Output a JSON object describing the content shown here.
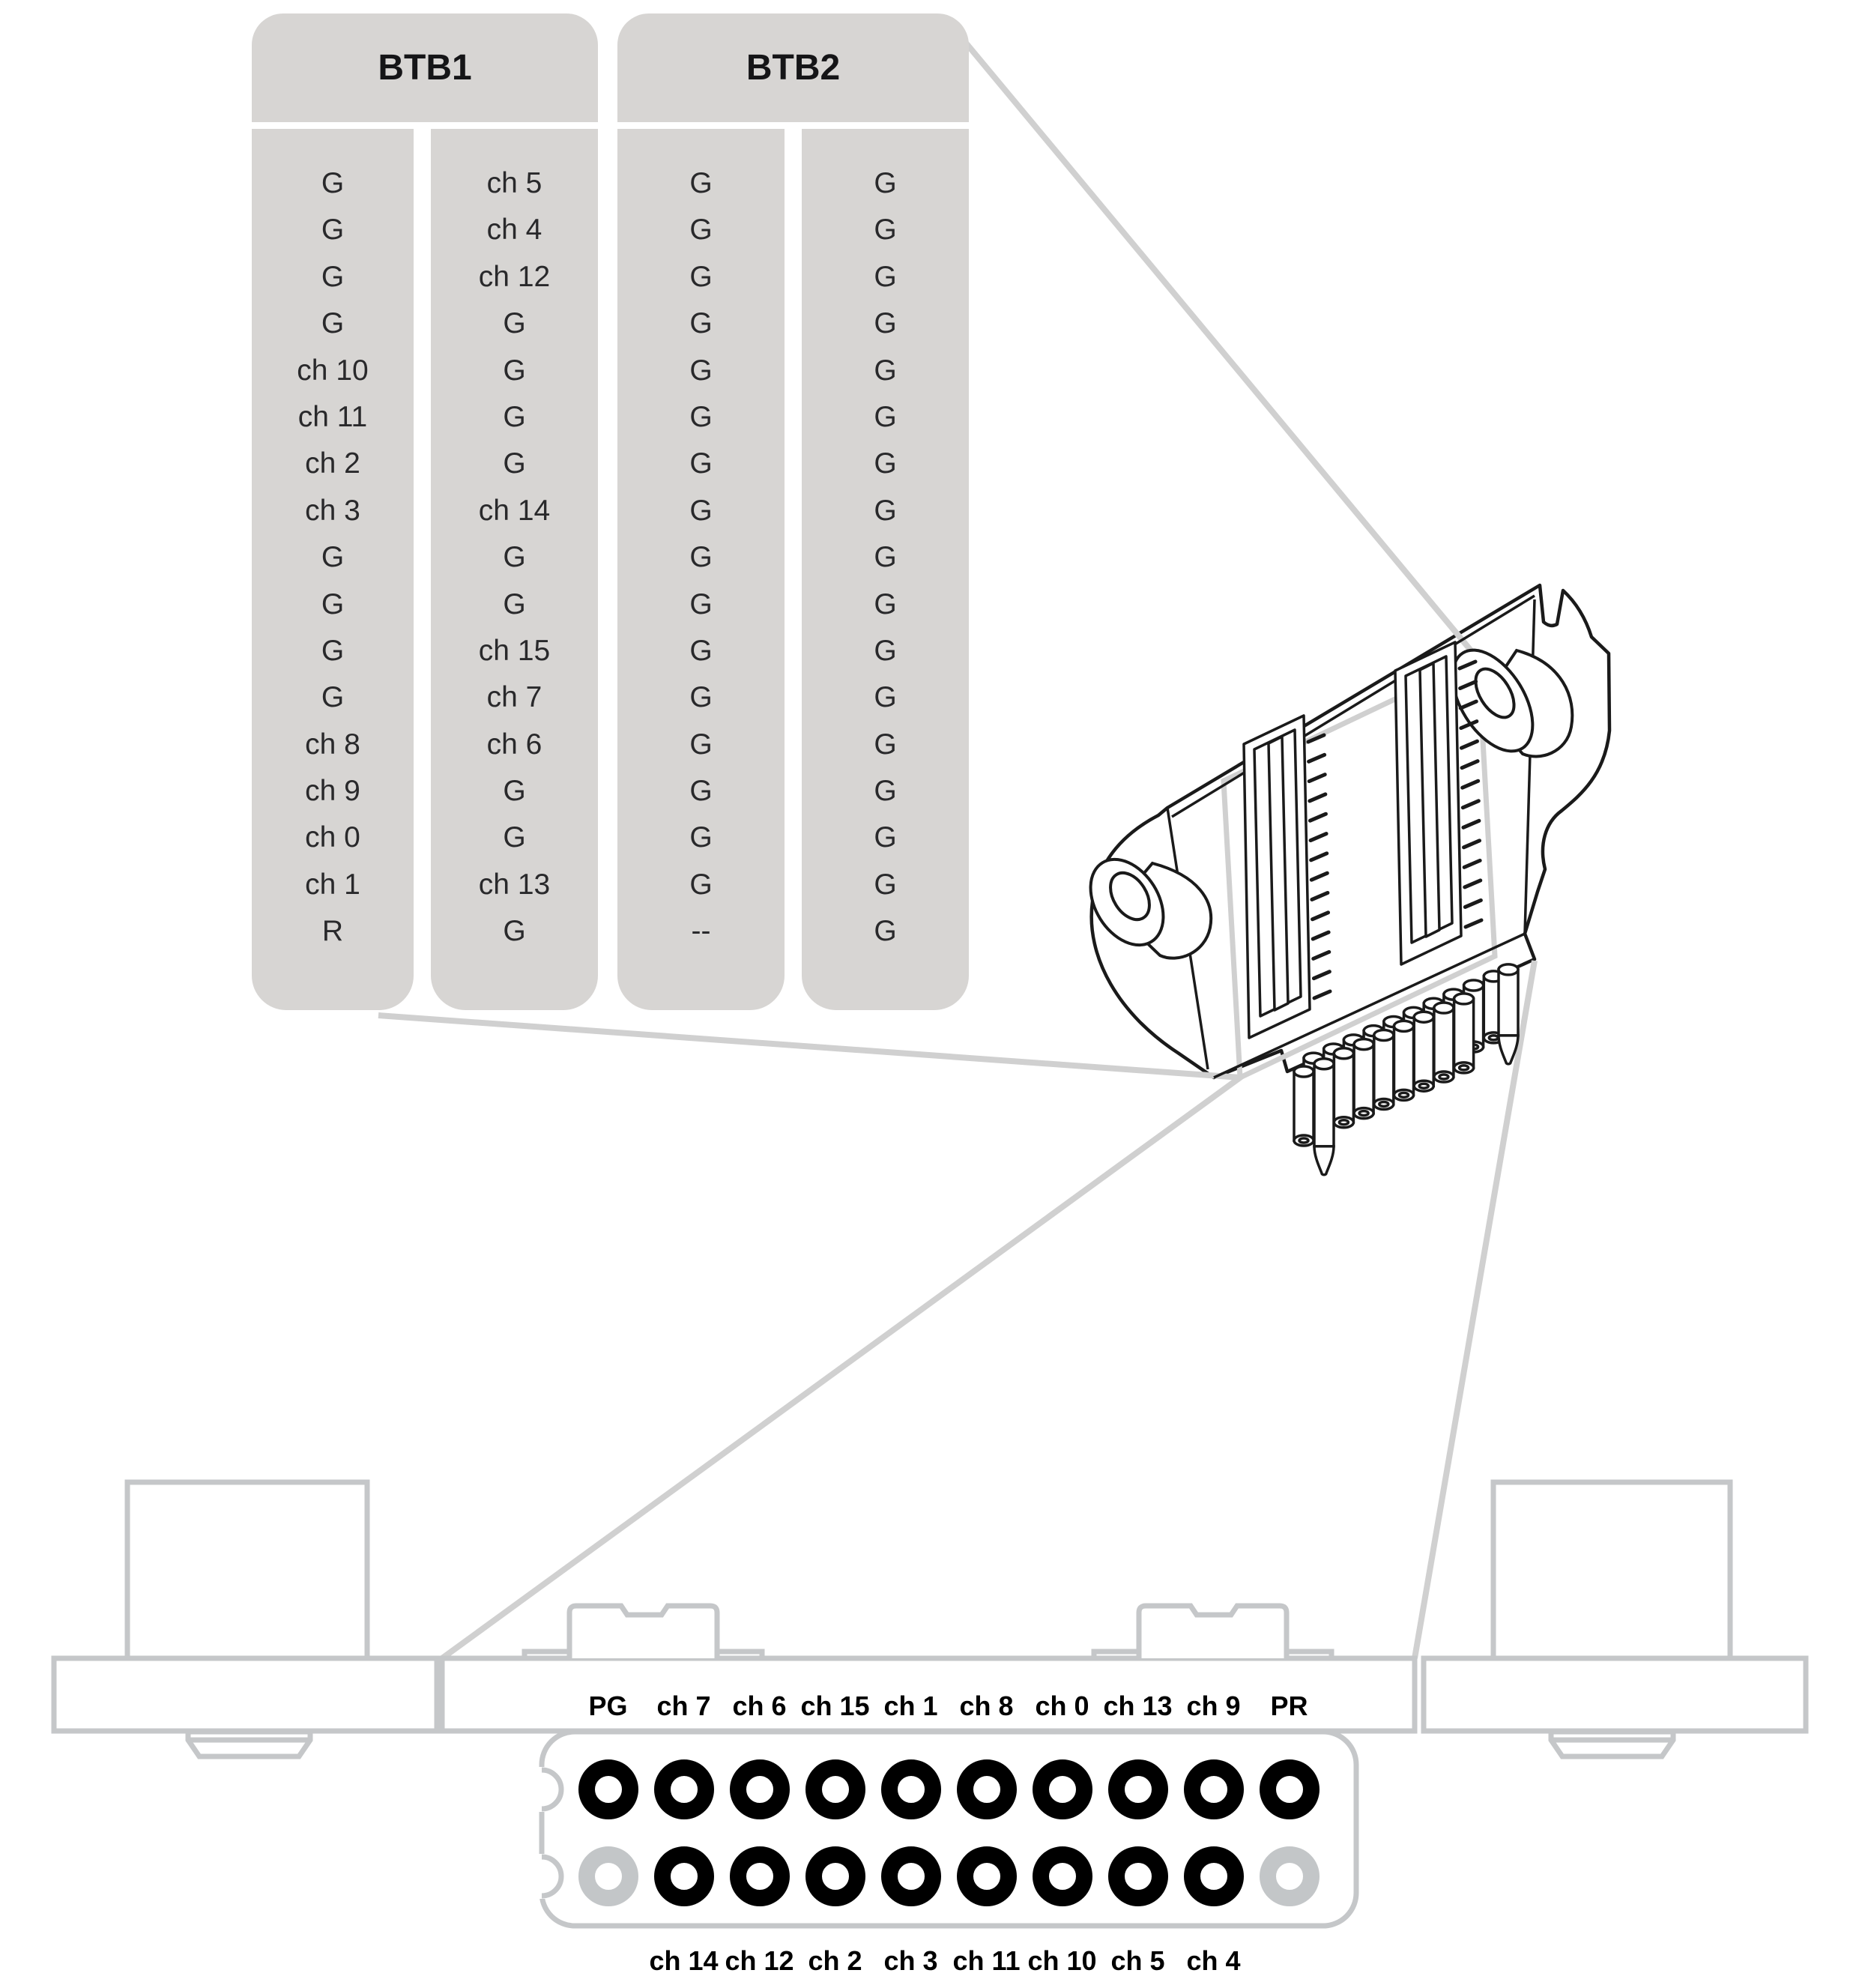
{
  "btb_tables": {
    "btb1": {
      "title": "BTB1",
      "left_column": [
        "G",
        "G",
        "G",
        "G",
        "ch 10",
        "ch 11",
        "ch 2",
        "ch 3",
        "G",
        "G",
        "G",
        "G",
        "ch 8",
        "ch 9",
        "ch 0",
        "ch 1",
        "R"
      ],
      "right_column": [
        "ch 5",
        "ch 4",
        "ch 12",
        "G",
        "G",
        "G",
        "G",
        "ch 14",
        "G",
        "G",
        "ch 15",
        "ch 7",
        "ch 6",
        "G",
        "G",
        "ch 13",
        "G"
      ]
    },
    "btb2": {
      "title": "BTB2",
      "left_column": [
        "G",
        "G",
        "G",
        "G",
        "G",
        "G",
        "G",
        "G",
        "G",
        "G",
        "G",
        "G",
        "G",
        "G",
        "G",
        "G",
        "--"
      ],
      "right_column": [
        "G",
        "G",
        "G",
        "G",
        "G",
        "G",
        "G",
        "G",
        "G",
        "G",
        "G",
        "G",
        "G",
        "G",
        "G",
        "G",
        "G"
      ]
    }
  },
  "bottom_panel": {
    "top_pin_labels": [
      "PG",
      "ch 7",
      "ch 6",
      "ch 15",
      "ch 1",
      "ch 8",
      "ch 0",
      "ch 13",
      "ch 9",
      "PR"
    ],
    "bottom_pin_labels": [
      "ch 14",
      "ch 12",
      "ch 2",
      "ch 3",
      "ch 11",
      "ch 10",
      "ch 5",
      "ch 4"
    ],
    "top_hole_row": [
      "black",
      "black",
      "black",
      "black",
      "black",
      "black",
      "black",
      "black",
      "black",
      "black"
    ],
    "bottom_hole_row": [
      "gray",
      "black",
      "black",
      "black",
      "black",
      "black",
      "black",
      "black",
      "black",
      "gray"
    ]
  },
  "icons": {
    "connector_isometric": "board-to-board-connector-drawing",
    "mounting_holes": "mounting-hole-icon",
    "solder_pins": "solder-pin-icon"
  },
  "colors": {
    "table_fill": "#d7d5d3",
    "table_text": "#29292b",
    "title_text": "#151517",
    "label_text": "#000000",
    "panel_stroke": "#c5c7c9",
    "leader_line": "#d0d0d0",
    "line_black": "#1a1a1a",
    "hole_black": "#000000",
    "hole_gray": "#c3c6c8",
    "background": "#ffffff"
  }
}
